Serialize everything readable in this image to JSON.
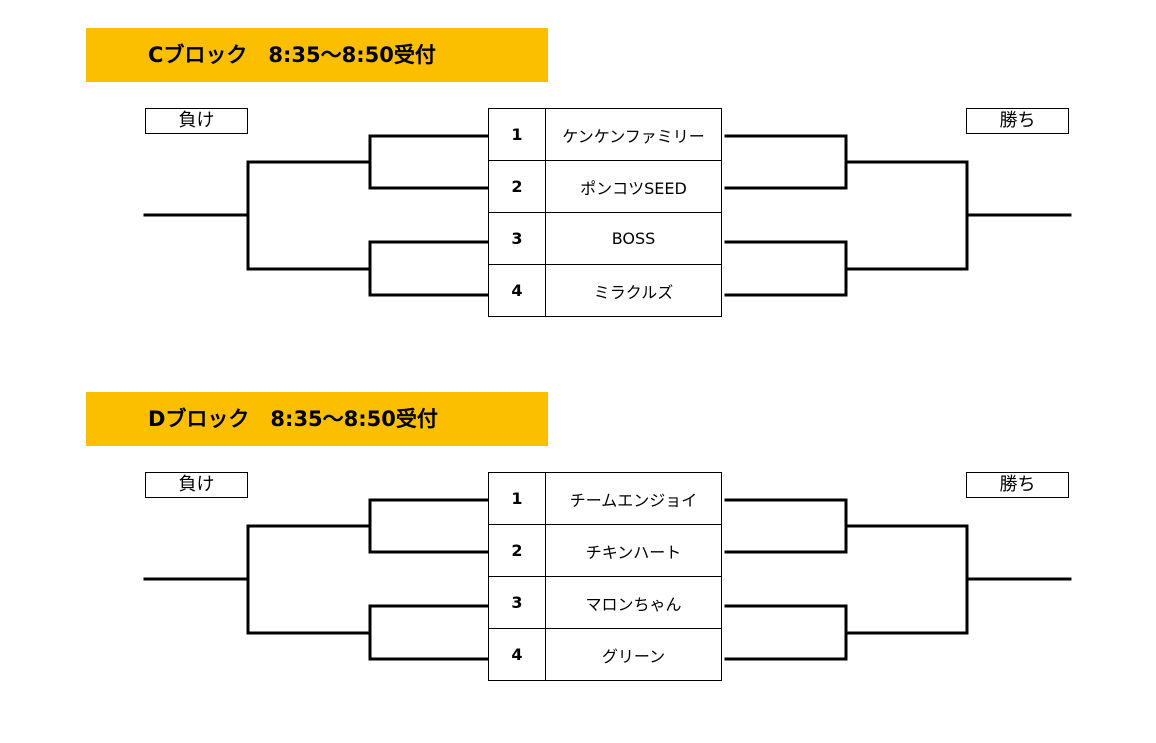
{
  "blocks": [
    {
      "title": "Cブロック　8:35～8:50受付",
      "lose_label": "負け",
      "win_label": "勝ち",
      "teams": [
        {
          "num": "1",
          "name": "ケンケンファミリー"
        },
        {
          "num": "2",
          "name": "ポンコツSEED"
        },
        {
          "num": "3",
          "name": "BOSS"
        },
        {
          "num": "4",
          "name": "ミラクルズ"
        }
      ]
    },
    {
      "title": "Dブロック　8:35～8:50受付",
      "lose_label": "負け",
      "win_label": "勝ち",
      "teams": [
        {
          "num": "1",
          "name": "チームエンジョイ"
        },
        {
          "num": "2",
          "name": "チキンハート"
        },
        {
          "num": "3",
          "name": "マロンちゃん"
        },
        {
          "num": "4",
          "name": "グリーン"
        }
      ]
    }
  ],
  "colors": {
    "header_bg": "#fcbf00",
    "line": "#000000"
  }
}
